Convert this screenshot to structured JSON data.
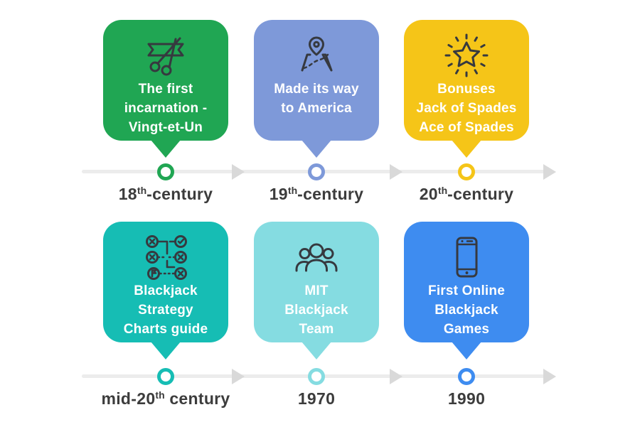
{
  "page": {
    "background": "#ffffff",
    "title": "Blackjack history timeline"
  },
  "timeline": {
    "line_color": "#ececec",
    "arrow_color": "#d9d9d9",
    "label_color": "#3c3c3c",
    "icon_stroke": "#36393f"
  },
  "cards": [
    {
      "color": "#20a653",
      "icon": "ribbon-cutting-scissors-icon",
      "title": "The first\nincarnation -\nVingt-et-Un",
      "label": {
        "pre": "18",
        "sup": "th",
        "post": "-century"
      }
    },
    {
      "color": "#7e99d9",
      "icon": "map-location-pin-icon",
      "title": "Made its way\nto America",
      "label": {
        "pre": "19",
        "sup": "th",
        "post": "-century"
      }
    },
    {
      "color": "#f5c518",
      "icon": "shining-star-icon",
      "title": "Bonuses\nJack of Spades\nAce of Spades",
      "label": {
        "pre": "20",
        "sup": "th",
        "post": "-century"
      }
    },
    {
      "color": "#16bdb4",
      "icon": "strategy-flowchart-icon",
      "title": "Blackjack\nStrategy\nCharts guide",
      "label": {
        "pre": "mid-20",
        "sup": "th",
        "post": " century"
      }
    },
    {
      "color": "#85dce1",
      "icon": "mit-team-people-icon",
      "title": "MIT\nBlackjack\nTeam",
      "label": {
        "pre": "1970",
        "sup": "",
        "post": ""
      }
    },
    {
      "color": "#3e8cf0",
      "icon": "smartphone-icon",
      "title": "First Online\nBlackjack\nGames",
      "label": {
        "pre": "1990",
        "sup": "",
        "post": ""
      }
    }
  ]
}
